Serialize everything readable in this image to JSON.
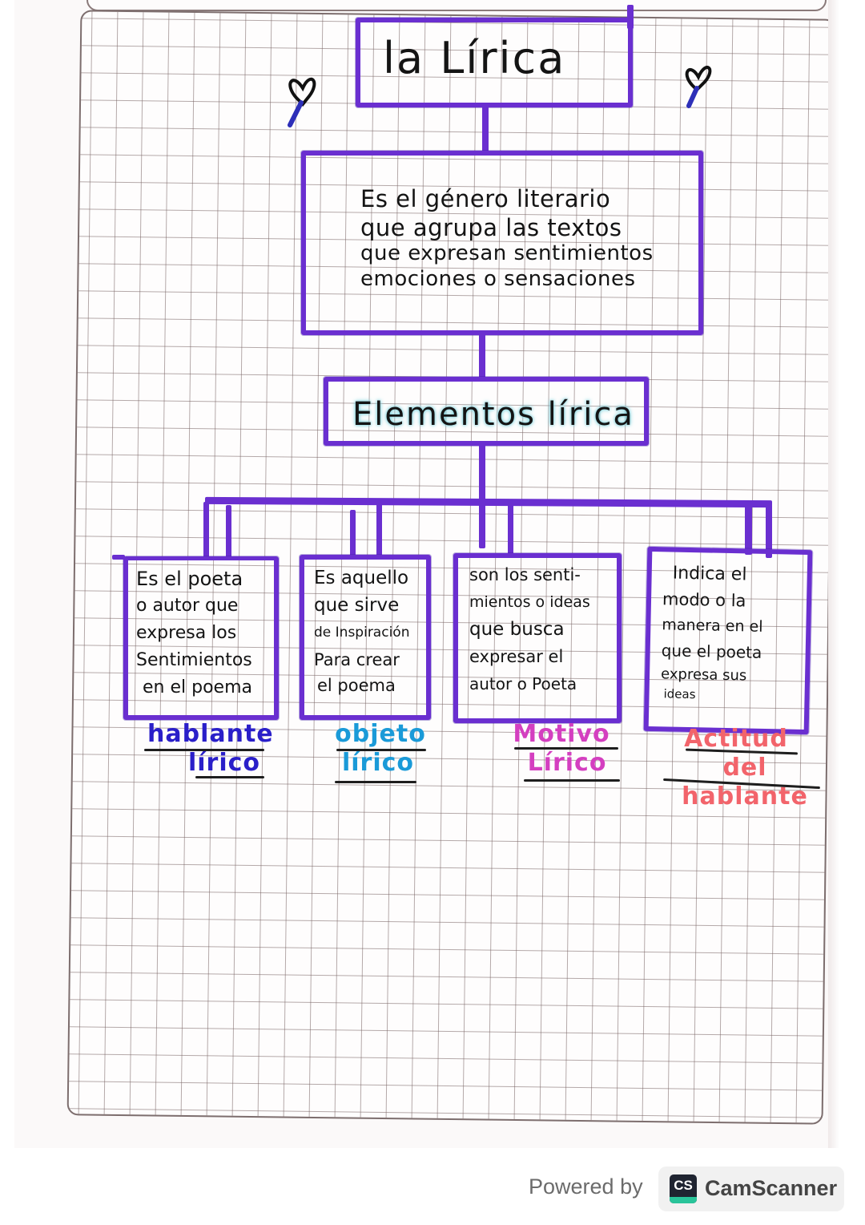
{
  "document": {
    "title": "la Lírica",
    "definition_lines": [
      "Es el género literario",
      "que agrupa las textos",
      "que expresan sentimientos",
      "emociones o sensaciones"
    ],
    "subheading": "Elementos lírica",
    "elements": [
      {
        "text_lines": [
          "Es el poeta",
          "o autor que",
          "expresa los",
          "Sentimientos",
          "en el poema"
        ],
        "label_lines": [
          "hablante",
          "lírico"
        ],
        "label_color": "#2a1fc9"
      },
      {
        "text_lines": [
          "Es aquello",
          "que sirve",
          "de Inspiración",
          "Para crear",
          "el poema"
        ],
        "label_lines": [
          "objeto",
          "lírico"
        ],
        "label_color": "#1a9ad8"
      },
      {
        "text_lines": [
          "son los senti-",
          "mientos o ideas",
          "que busca",
          "expresar el",
          "autor o Poeta"
        ],
        "label_lines": [
          "Motivo",
          "Lírico"
        ],
        "label_color": "#d43fc0"
      },
      {
        "text_lines": [
          "Indica el",
          "modo o la",
          "manera en el",
          "que el poeta",
          "expresa sus",
          "ideas"
        ],
        "label_lines": [
          "Actitud",
          "del hablante"
        ],
        "label_color": "#f2646b"
      }
    ],
    "colors": {
      "box_border": "#6a2fd0",
      "heart": "#2d2fb8",
      "subheading_highlight": "#7fd3de"
    },
    "decorations": [
      "heart-icon",
      "heart-icon"
    ]
  },
  "footer": {
    "powered_by": "Powered by",
    "brand_logo": "CS",
    "brand_name": "CamScanner"
  }
}
